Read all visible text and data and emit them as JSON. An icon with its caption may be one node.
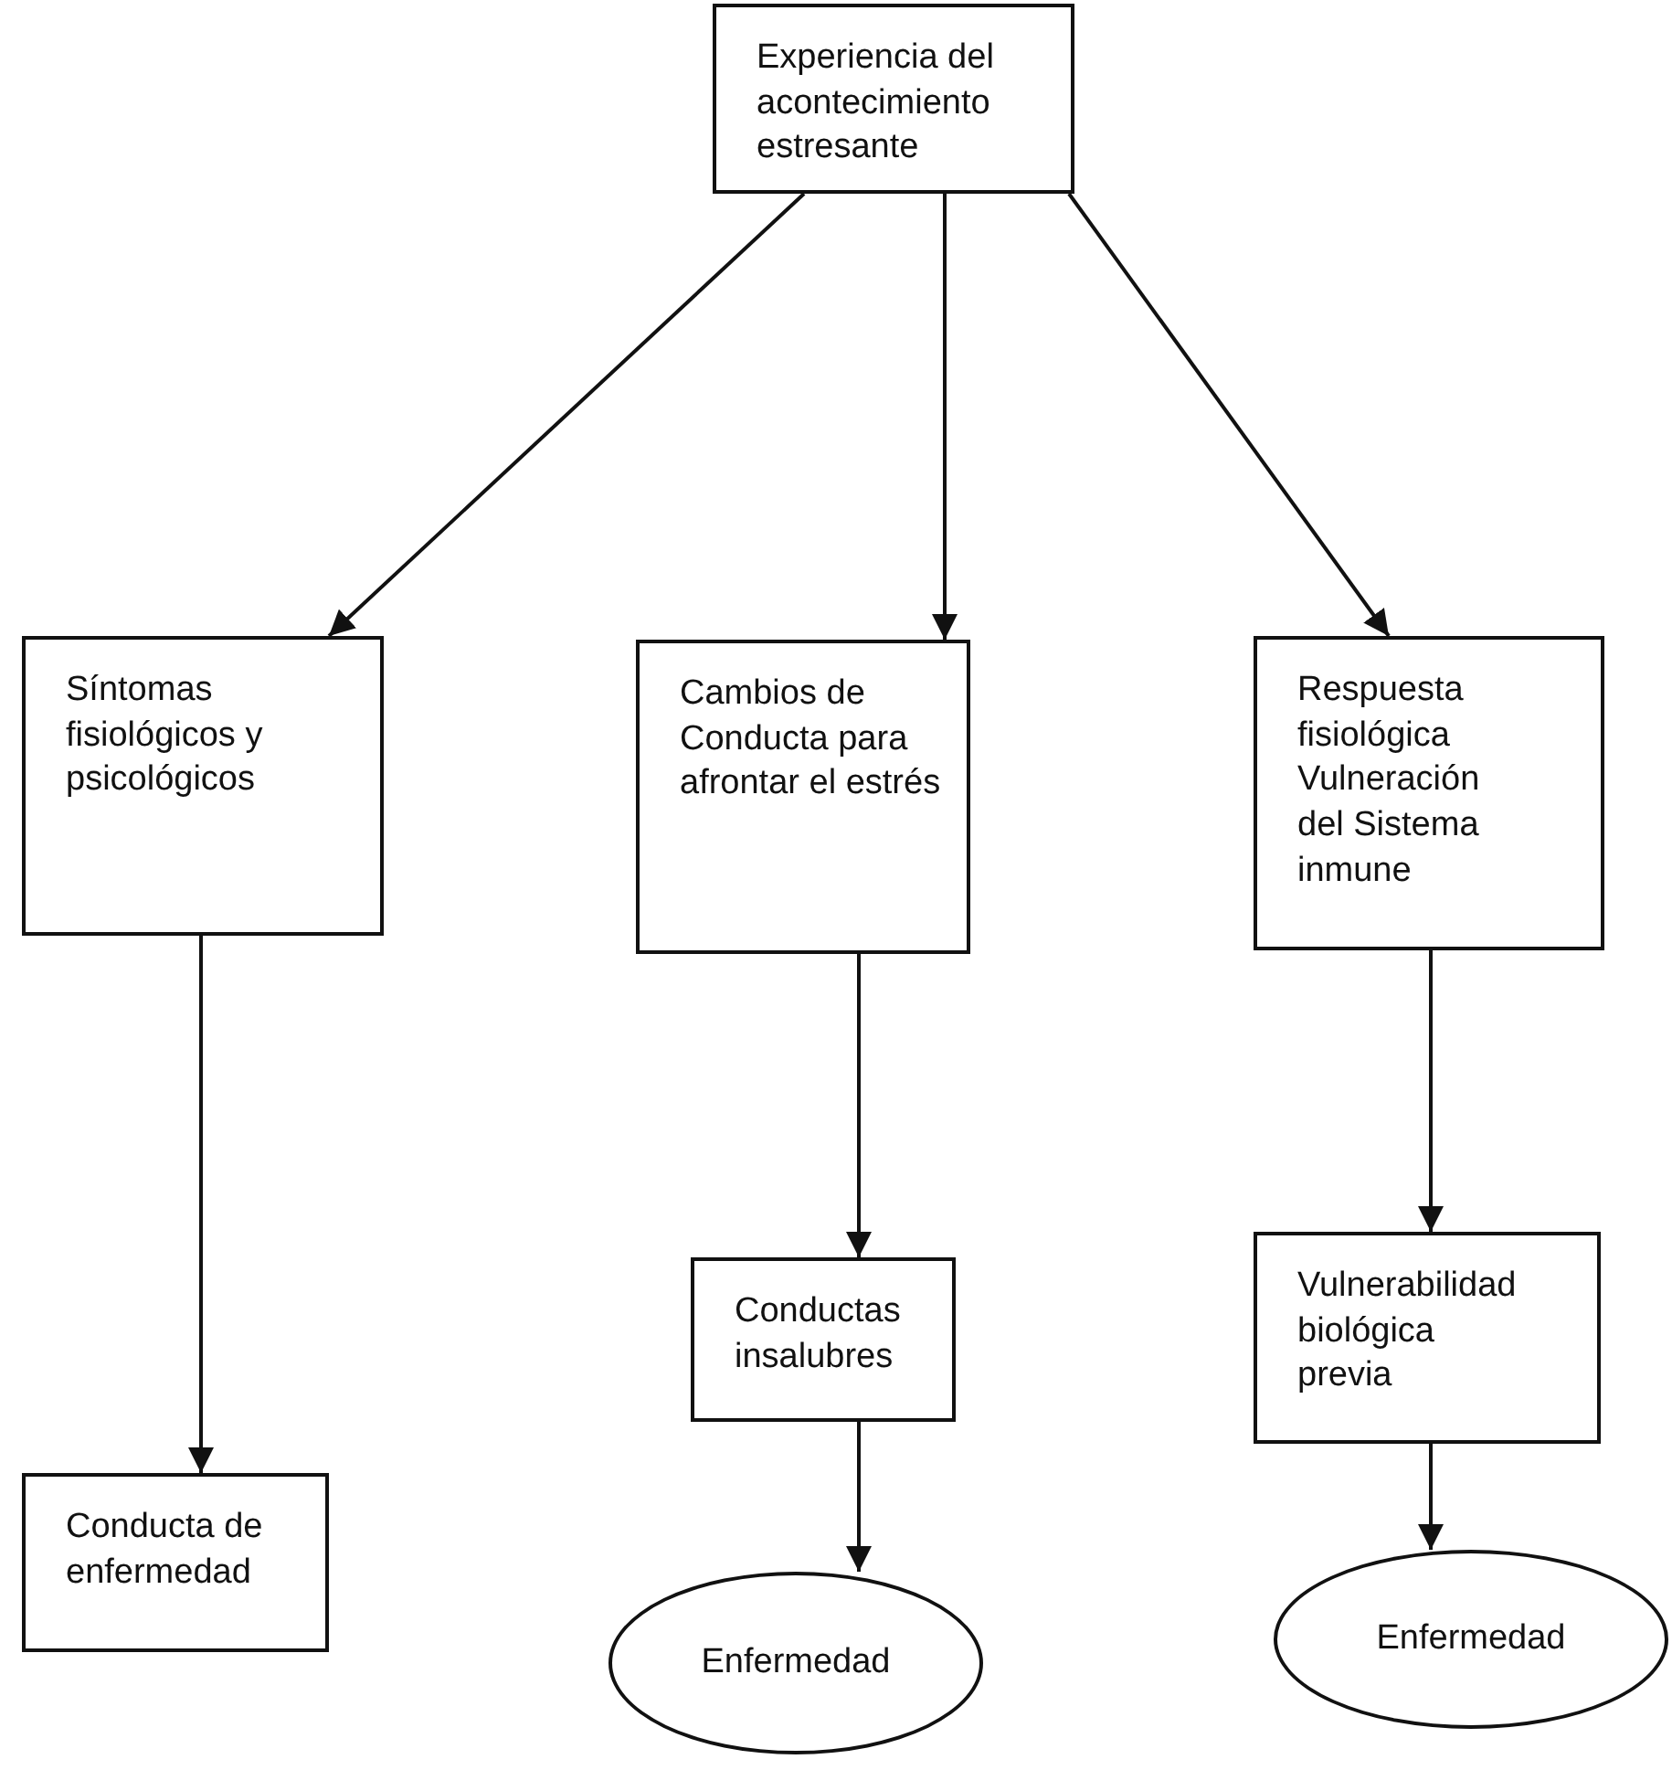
{
  "diagram": {
    "nodes": [
      {
        "text": [
          "Experiencia del acontecimiento estresante"
        ]
      },
      {
        "text": [
          "Síntomas fisiológicos y psicológicos"
        ]
      },
      {
        "text": [
          "Cambios de Conducta para afrontar el estrés"
        ]
      },
      {
        "text": [
          "Respuesta fisiológica Vulneración del Sistema inmune"
        ]
      },
      {
        "text": [
          "Conducta de enfermedad"
        ]
      },
      {
        "text": [
          "Conductas insalubres"
        ]
      },
      {
        "text": [
          "Vulnerabilidad biológica previa"
        ]
      },
      {
        "text": [
          "Enfermedad"
        ]
      },
      {
        "text": [
          "Enfermedad"
        ]
      }
    ],
    "edges": [
      {
        "from": 0,
        "to": 1,
        "arrow": "to"
      },
      {
        "from": 0,
        "to": 2,
        "arrow": "to"
      },
      {
        "from": 0,
        "to": 3,
        "arrow": "to"
      },
      {
        "from": 1,
        "to": 4,
        "arrow": "to"
      },
      {
        "from": 2,
        "to": 5,
        "arrow": "to"
      },
      {
        "from": 5,
        "to": 7,
        "arrow": "to"
      },
      {
        "from": 3,
        "to": 6,
        "arrow": "to"
      },
      {
        "from": 6,
        "to": 8,
        "arrow": "to"
      }
    ]
  }
}
